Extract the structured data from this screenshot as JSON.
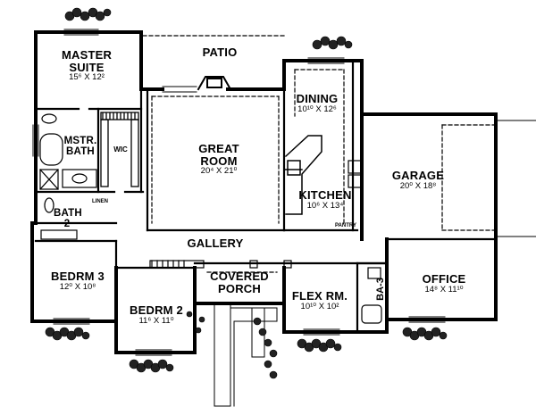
{
  "rooms": {
    "patio": {
      "name": "PATIO"
    },
    "master": {
      "name_line1": "MASTER",
      "name_line2": "SUITE",
      "dims": "15⁶ X 12²"
    },
    "dining": {
      "name": "DINING",
      "dims": "10¹⁰ X 12⁶"
    },
    "great_room": {
      "name_line1": "GREAT",
      "name_line2": "ROOM",
      "dims": "20⁴ X 21⁰"
    },
    "mstr_bath": {
      "name_line1": "MSTR.",
      "name_line2": "BATH"
    },
    "wic": {
      "name": "WIC"
    },
    "kitchen": {
      "name": "KITCHEN",
      "dims": "10⁶ X 13⁴"
    },
    "garage": {
      "name": "GARAGE",
      "dims": "20⁰ X 18⁸"
    },
    "bath2": {
      "name_line1": "BATH",
      "name_line2": "2"
    },
    "linen": {
      "name": "LINEN"
    },
    "pantry": {
      "name": "PANTRY"
    },
    "gallery": {
      "name": "GALLERY"
    },
    "bedrm3": {
      "name": "BEDRM 3",
      "dims": "12⁰ X 10⁸"
    },
    "covered_porch": {
      "name_line1": "COVERED",
      "name_line2": "PORCH"
    },
    "flex": {
      "name": "FLEX RM.",
      "dims": "10¹⁰ X 10²"
    },
    "ba3": {
      "name": "BA-3"
    },
    "office": {
      "name": "OFFICE",
      "dims": "14⁸ X 11¹⁰"
    },
    "bedrm2": {
      "name": "BEDRM 2",
      "dims": "11⁶ X 11⁰"
    }
  },
  "colors": {
    "wall": "#000000",
    "background": "#ffffff",
    "foliage": "#222222"
  }
}
